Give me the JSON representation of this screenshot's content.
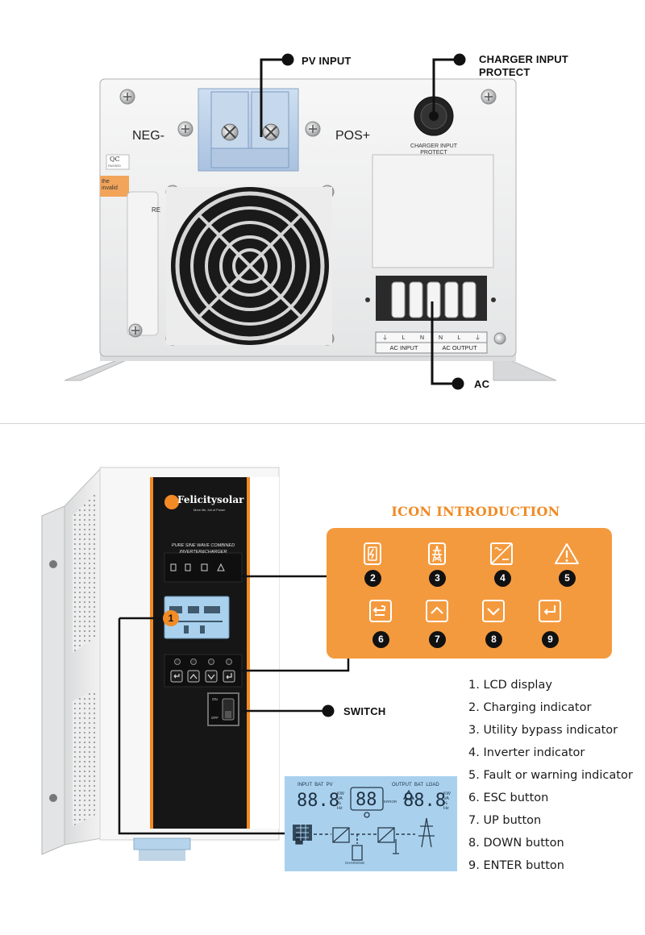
{
  "top_view": {
    "pv_input_callout": "PV INPUT",
    "charger_callout": "CHARGER INPUT\nPROTECT",
    "ac_callout": "AC",
    "neg_label": "NEG-",
    "pos_label": "POS+",
    "charger_printed_label": "CHARGER INPUT\nPROTECT",
    "qc_text": "QC",
    "qc_sub": "PASSED",
    "sticker_text": "the\ninvalid",
    "re_text": "RE",
    "terminal_labels": [
      "⏚",
      "L",
      "N",
      "N",
      "L",
      "⏚"
    ],
    "ac_input_label": "AC INPUT",
    "ac_output_label": "AC OUTPUT"
  },
  "front_view": {
    "brand": "Felicitysolar",
    "brand_sub": "More life, full of Power",
    "product_line1": "PURE SINE WAVE COMBINED",
    "product_line2": "INVERTER&CHARGER",
    "callout_lcd_number": "1",
    "switch_callout": "SWITCH",
    "switch_on": "ON",
    "switch_off": "OFF"
  },
  "lcd": {
    "labels_left": "INPUT  BAT  PV",
    "labels_right": "OUTPUT  BAT  LOAD",
    "digits_left": "88.8",
    "digits_mid": "88",
    "digits_right": "88.8",
    "units_left": "KW\nVA\n%\nHz",
    "units_right": "KW\nVA\n%\nHz",
    "error_text": "ERROR",
    "charging_text": "CHARGING"
  },
  "icon_intro": {
    "title": "ICON INTRODUCTION",
    "icons": [
      {
        "num": "2",
        "icon": "battery-charging-icon"
      },
      {
        "num": "3",
        "icon": "utility-tower-icon"
      },
      {
        "num": "4",
        "icon": "inverter-icon"
      },
      {
        "num": "5",
        "icon": "warning-icon"
      },
      {
        "num": "6",
        "icon": "esc-return-icon"
      },
      {
        "num": "7",
        "icon": "up-arrow-icon"
      },
      {
        "num": "8",
        "icon": "down-arrow-icon"
      },
      {
        "num": "9",
        "icon": "enter-icon"
      }
    ]
  },
  "legend": [
    "1. LCD display",
    "2. Charging indicator",
    "3. Utility bypass indicator",
    "4. Inverter indicator",
    "5. Fault or warning indicator",
    "6. ESC button",
    "7. UP button",
    "8. DOWN button",
    "9. ENTER button"
  ],
  "colors": {
    "accent_orange": "#f49a3e",
    "title_orange": "#f08a24",
    "casing_white": "#f1f2f2",
    "terminal_blue": "#b9cfe6",
    "lcd_blue": "#a9d1ee",
    "front_black": "#161616"
  }
}
